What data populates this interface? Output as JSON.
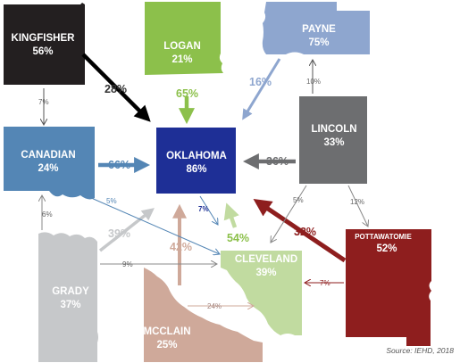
{
  "counties": {
    "kingfisher": {
      "name": "KINGFISHER",
      "pct": "56%",
      "color": "#231f20"
    },
    "logan": {
      "name": "LOGAN",
      "pct": "21%",
      "color": "#8cc04b"
    },
    "payne": {
      "name": "PAYNE",
      "pct": "75%",
      "color": "#8ea6cf"
    },
    "canadian": {
      "name": "CANADIAN",
      "pct": "24%",
      "color": "#5486b5"
    },
    "oklahoma": {
      "name": "OKLAHOMA",
      "pct": "86%",
      "color": "#1e2f96"
    },
    "lincoln": {
      "name": "LINCOLN",
      "pct": "33%",
      "color": "#6d6e70"
    },
    "pottawatomie": {
      "name": "POTTAWATOMIE",
      "pct": "52%",
      "color": "#8e1e1e"
    },
    "cleveland": {
      "name": "CLEVELAND",
      "pct": "39%",
      "color": "#c1dba0"
    },
    "grady": {
      "name": "GRADY",
      "pct": "37%",
      "color": "#c6c8ca"
    },
    "mcclain": {
      "name": "MCCLAIN",
      "pct": "25%",
      "color": "#cfa99a"
    }
  },
  "flows": {
    "kingfisher_oklahoma": "28%",
    "logan_oklahoma": "65%",
    "payne_oklahoma": "16%",
    "canadian_oklahoma": "66%",
    "lincoln_oklahoma": "36%",
    "kingfisher_canadian": "7%",
    "lincoln_payne": "10%",
    "lincoln_cleveland": "5%",
    "lincoln_pottawatomie": "12%",
    "canadian_cleveland": "5%",
    "oklahoma_cleveland": "7%",
    "grady_canadian": "6%",
    "grady_oklahoma": "39%",
    "grady_cleveland": "9%",
    "mcclain_oklahoma": "42%",
    "cleveland_oklahoma": "54%",
    "pottawatomie_oklahoma": "32%",
    "pottawatomie_cleveland": "7%",
    "mcclain_cleveland": "24%"
  },
  "source": "Source: IEHD, 2018"
}
